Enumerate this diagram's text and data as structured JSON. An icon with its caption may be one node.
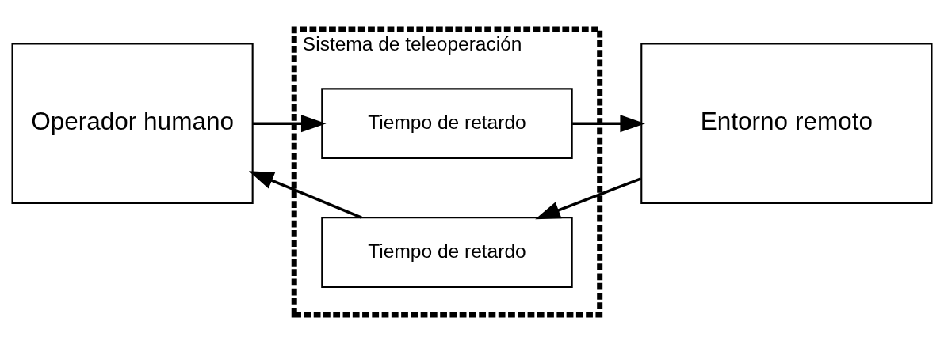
{
  "diagram": {
    "nodes": [
      {
        "text": [
          "Operador humano"
        ]
      },
      {
        "text": [
          "Sistema de teleoperación"
        ]
      },
      {
        "text": [
          "Tiempo de retardo"
        ],
        "in": 1
      },
      {
        "text": [
          "Tiempo de retardo"
        ],
        "in": 1
      },
      {
        "text": [
          "Entorno remoto"
        ]
      }
    ],
    "edges": [
      {
        "from": 0,
        "to": 2,
        "arrow": "to"
      },
      {
        "from": 2,
        "to": 4,
        "arrow": "to"
      },
      {
        "from": 4,
        "to": 3,
        "arrow": "to"
      },
      {
        "from": 3,
        "to": 0,
        "arrow": "to"
      }
    ]
  }
}
